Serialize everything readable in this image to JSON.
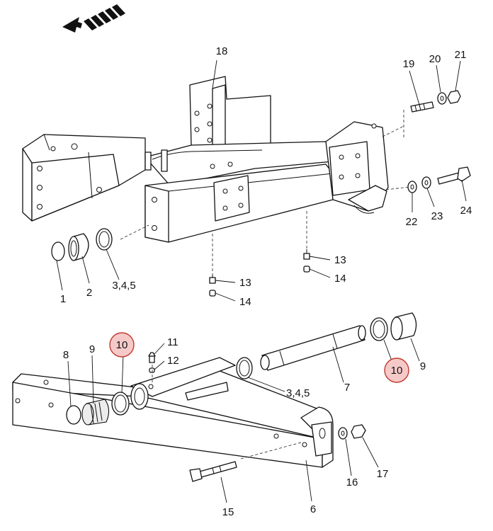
{
  "highlight_color": "#f6c9c9",
  "highlight_stroke": "#c0392b",
  "direction_icon": "forward-direction-arrow-icon",
  "labels": {
    "p1": "1",
    "p2": "2",
    "p345a": "3,4,5",
    "p345b": "3,4,5",
    "p6": "6",
    "p7": "7",
    "p8": "8",
    "p9a": "9",
    "p9b": "9",
    "p10a": "10",
    "p10b": "10",
    "p11": "11",
    "p12": "12",
    "p13a": "13",
    "p13b": "13",
    "p14a": "14",
    "p14b": "14",
    "p15": "15",
    "p16": "16",
    "p17": "17",
    "p18": "18",
    "p19": "19",
    "p20": "20",
    "p21": "21",
    "p22": "22",
    "p23": "23",
    "p24": "24"
  }
}
